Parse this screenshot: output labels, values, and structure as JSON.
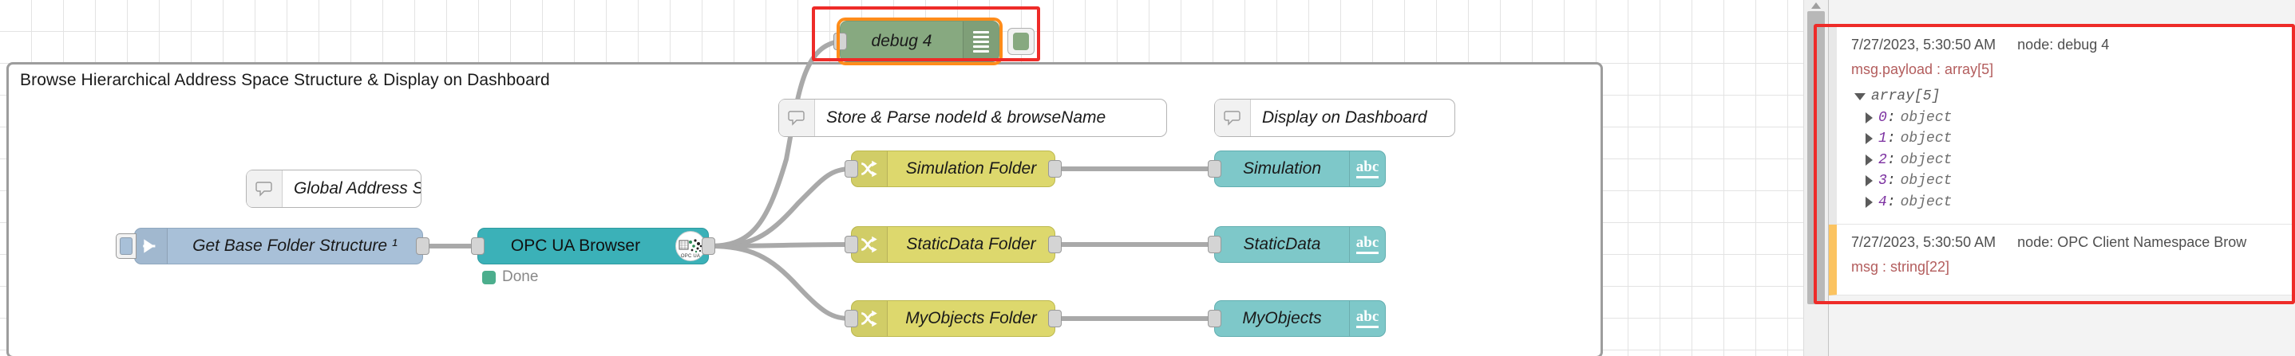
{
  "canvas": {
    "group": {
      "title": "Browse Hierarchical Address Space Structure & Display on Dashboard"
    },
    "nodes": {
      "inject": {
        "label": "Get Base Folder Structure ¹",
        "icon": "inject-arrow-icon"
      },
      "opcua_browser": {
        "label": "OPC UA Browser",
        "icon": "opc-ua-logo-icon",
        "status": "Done",
        "status_color": "#4cae8d"
      },
      "comment_global": {
        "label": "Global Address Space Folder Browse",
        "icon": "comment-bubble-icon"
      },
      "comment_store": {
        "label": "Store & Parse nodeId & browseName",
        "icon": "comment-bubble-icon"
      },
      "comment_display": {
        "label": "Display on Dashboard",
        "icon": "comment-bubble-icon"
      },
      "change_nodes": [
        {
          "label": "Simulation Folder",
          "icon": "change-swap-icon"
        },
        {
          "label": "StaticData Folder",
          "icon": "change-swap-icon"
        },
        {
          "label": "MyObjects Folder",
          "icon": "change-swap-icon"
        }
      ],
      "text_nodes": [
        {
          "label": "Simulation",
          "icon": "abc-text-icon"
        },
        {
          "label": "StaticData",
          "icon": "abc-text-icon"
        },
        {
          "label": "MyObjects",
          "icon": "abc-text-icon"
        }
      ],
      "debug": {
        "label": "debug 4",
        "icon": "debug-lines-icon",
        "selected": true
      }
    },
    "colors": {
      "inject": "#a8c0d8",
      "opcua": "#3bb1b8",
      "change": "#ddd86d",
      "text": "#7ec8c9",
      "debug": "#87a980",
      "selection": "#ff8c1a",
      "annotation": "#ee2b28",
      "wire": "#a9a9a9"
    }
  },
  "sidebar": {
    "messages": [
      {
        "timestamp": "7/27/2023, 5:30:50 AM",
        "node_ref": "node: debug 4",
        "topic": "msg.payload : array[5]",
        "root": "array[5]",
        "items": [
          {
            "key": "0",
            "sep": ":",
            "value": "object"
          },
          {
            "key": "1",
            "sep": ":",
            "value": "object"
          },
          {
            "key": "2",
            "sep": ":",
            "value": "object"
          },
          {
            "key": "3",
            "sep": ":",
            "value": "object"
          },
          {
            "key": "4",
            "sep": ":",
            "value": "object"
          }
        ],
        "highlighted": true
      },
      {
        "timestamp": "7/27/2023, 5:30:50 AM",
        "node_ref": "node: OPC Client Namespace Brow",
        "topic": "msg : string[22]",
        "warn": true
      }
    ]
  }
}
